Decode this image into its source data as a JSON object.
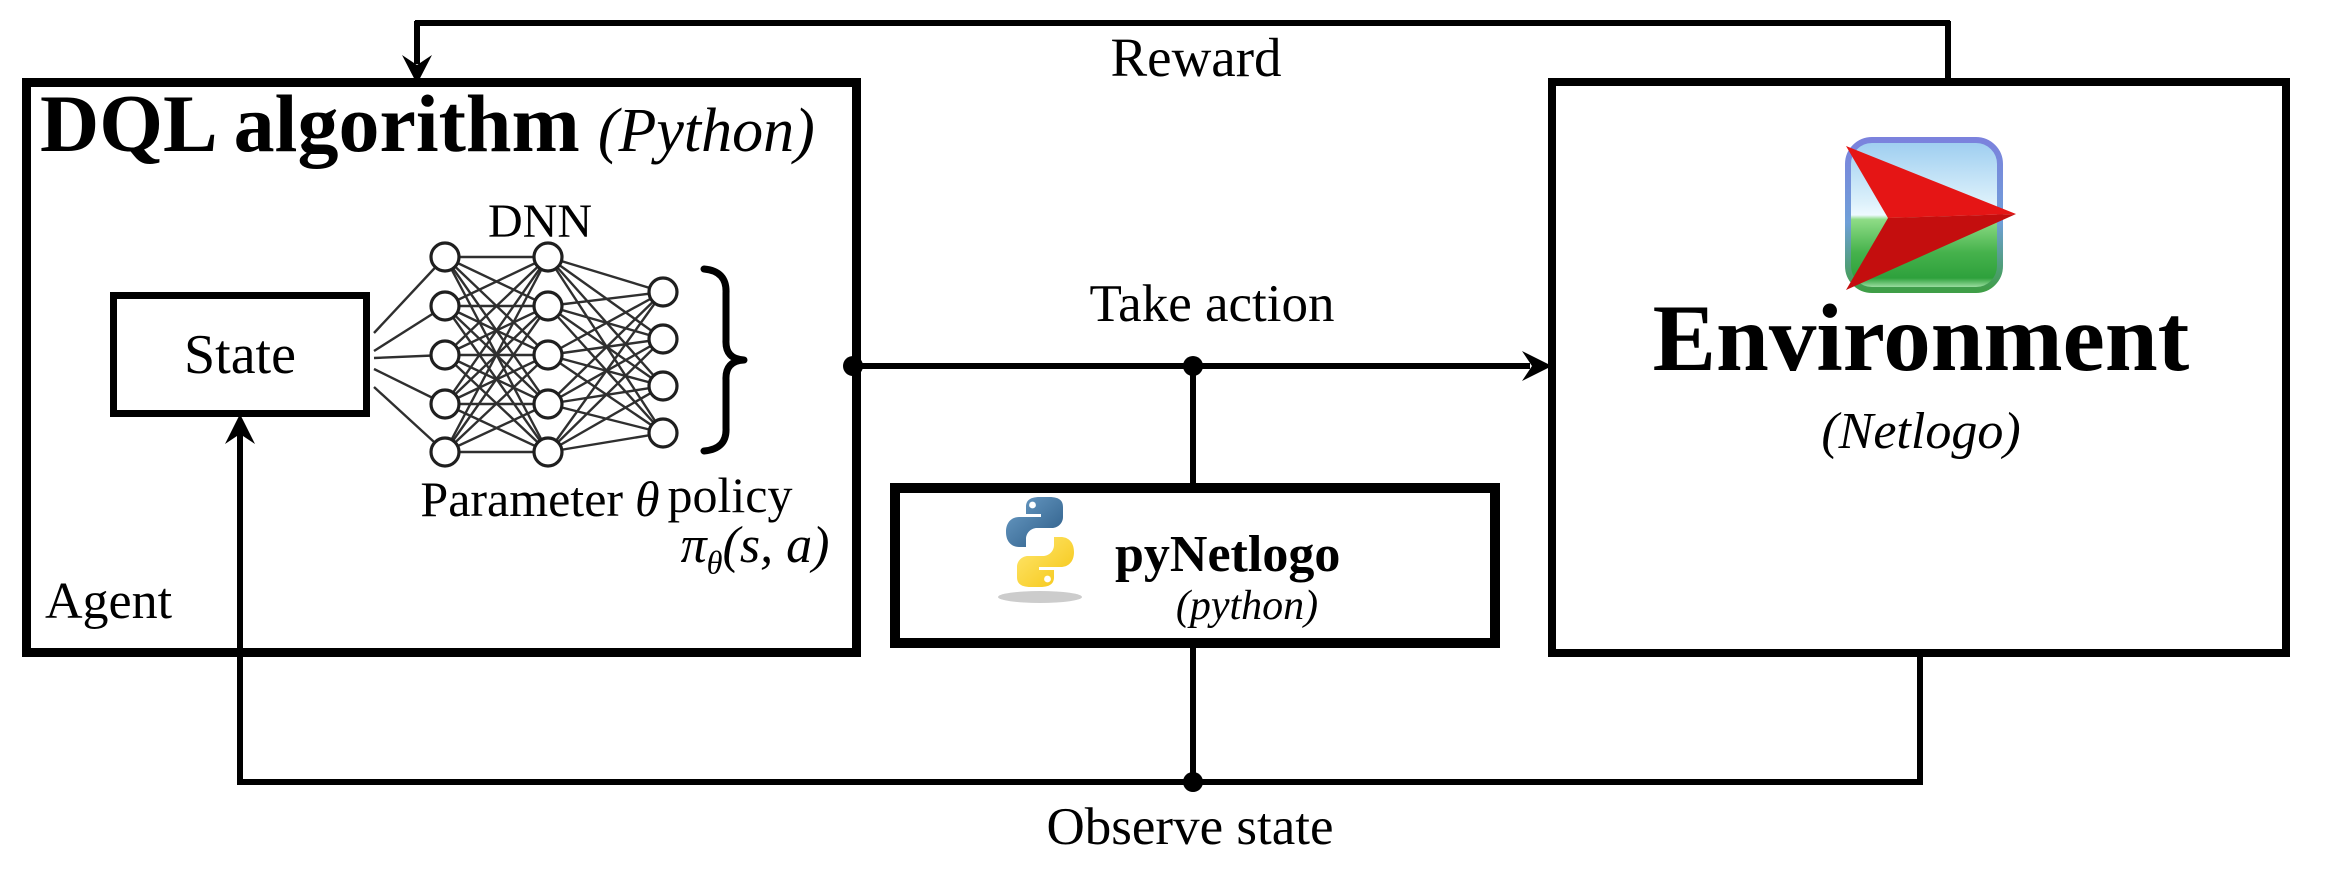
{
  "figure": {
    "boxes": {
      "dql": {
        "title": "DQL algorithm",
        "subtitle": "(Python)"
      },
      "state": {
        "label": "State"
      },
      "pynetlogo": {
        "title": "pyNetlogo",
        "subtitle": "(python)"
      },
      "environment": {
        "title": "Environment",
        "subtitle": "(Netlogo)"
      }
    },
    "labels": {
      "agent": "Agent",
      "dnn": "DNN",
      "parameter": "Parameter",
      "theta": "θ",
      "policy": "policy",
      "pi": "π",
      "pi_sub": "θ",
      "pi_args": "(s, a)",
      "reward": "Reward",
      "take_action": "Take action",
      "observe_state": "Observe state"
    },
    "dnn_network": {
      "layers": [
        5,
        5,
        4
      ]
    },
    "icons": {
      "python": "python-logo",
      "netlogo": "netlogo-logo"
    },
    "colors": {
      "line": "#000000",
      "netlogo_red": "#e51515",
      "netlogo_red_dark": "#c40e0e",
      "netlogo_sky": "#cdeafa",
      "netlogo_grass": "#45b24b",
      "netlogo_border": "#7b82dd",
      "python_blue": "#336b9e",
      "python_yellow": "#ffd43b"
    }
  }
}
